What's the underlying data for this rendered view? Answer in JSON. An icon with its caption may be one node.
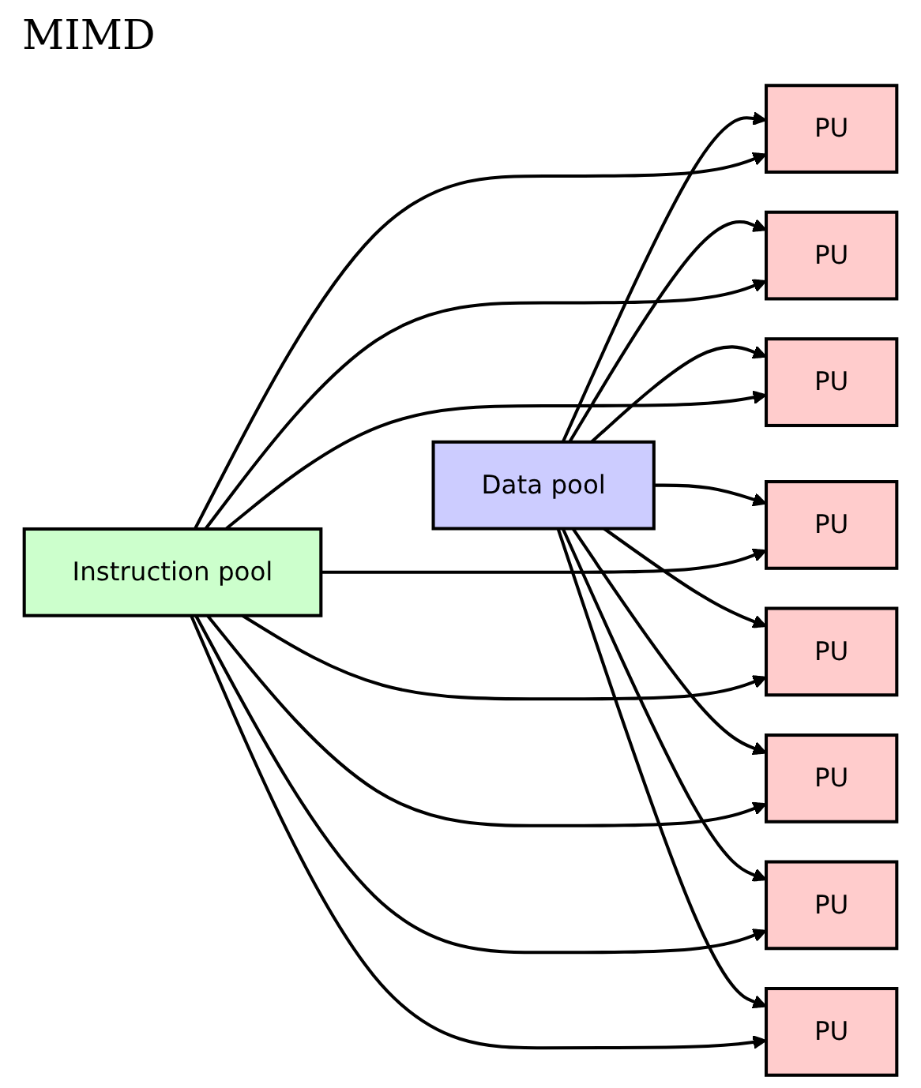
{
  "diagram": {
    "title": "MIMD",
    "nodes": [
      {
        "text": [
          "Instruction pool"
        ]
      },
      {
        "text": [
          "Data pool"
        ]
      },
      {
        "text": [
          "PU"
        ]
      },
      {
        "text": [
          "PU"
        ]
      },
      {
        "text": [
          "PU"
        ]
      },
      {
        "text": [
          "PU"
        ]
      },
      {
        "text": [
          "PU"
        ]
      },
      {
        "text": [
          "PU"
        ]
      },
      {
        "text": [
          "PU"
        ]
      },
      {
        "text": [
          "PU"
        ]
      }
    ],
    "edges": [
      {
        "from": 1,
        "to": 2,
        "arrow": "to"
      },
      {
        "from": 0,
        "to": 2,
        "arrow": "to"
      },
      {
        "from": 1,
        "to": 3,
        "arrow": "to"
      },
      {
        "from": 0,
        "to": 3,
        "arrow": "to"
      },
      {
        "from": 1,
        "to": 4,
        "arrow": "to"
      },
      {
        "from": 0,
        "to": 4,
        "arrow": "to"
      },
      {
        "from": 1,
        "to": 5,
        "arrow": "to"
      },
      {
        "from": 0,
        "to": 5,
        "arrow": "to"
      },
      {
        "from": 1,
        "to": 6,
        "arrow": "to"
      },
      {
        "from": 0,
        "to": 6,
        "arrow": "to"
      },
      {
        "from": 1,
        "to": 7,
        "arrow": "to"
      },
      {
        "from": 0,
        "to": 7,
        "arrow": "to"
      },
      {
        "from": 1,
        "to": 8,
        "arrow": "to"
      },
      {
        "from": 0,
        "to": 8,
        "arrow": "to"
      },
      {
        "from": 1,
        "to": 9,
        "arrow": "to"
      },
      {
        "from": 0,
        "to": 9,
        "arrow": "to"
      }
    ]
  }
}
